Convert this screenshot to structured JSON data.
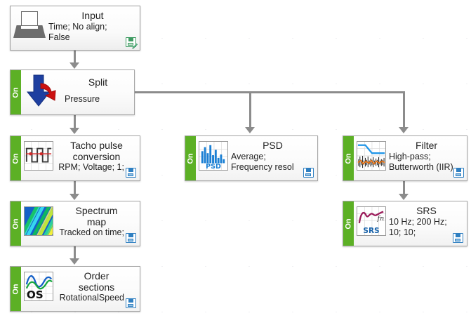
{
  "canvas": {
    "background": "#ffffff",
    "grid_dot_color": "#e2e2e6",
    "connector_color": "#8c8c8c",
    "on_tab_color": "#5cb025",
    "save_icon_color": "#2f7fc1"
  },
  "nodes": [
    {
      "id": "input",
      "title": "Input",
      "subtitle": "Time; No align;\nFalse",
      "icon": "printer-icon",
      "has_on_tab": false,
      "badge": "save-edit-icon",
      "badge_color": "#3f9b62"
    },
    {
      "id": "split",
      "title": "Split",
      "subtitle": "Pressure",
      "icon": "split-arrows-icon",
      "has_on_tab": true,
      "on_label": "On",
      "badge": null
    },
    {
      "id": "tacho",
      "title": "Tacho pulse\nconversion",
      "subtitle": "RPM; Voltage; 1;",
      "icon": "tacho-pulse-icon",
      "has_on_tab": true,
      "on_label": "On",
      "badge": "save-icon"
    },
    {
      "id": "psd",
      "title": "PSD",
      "subtitle": "Average;\nFrequency resol",
      "icon": "psd-bars-icon",
      "has_on_tab": true,
      "on_label": "On",
      "badge": "save-icon"
    },
    {
      "id": "filter",
      "title": "Filter",
      "subtitle": "High-pass;\nButterworth (IIR)",
      "icon": "filter-response-icon",
      "has_on_tab": true,
      "on_label": "On",
      "badge": "save-icon"
    },
    {
      "id": "spectrummap",
      "title": "Spectrum\nmap",
      "subtitle": "Tracked on time;",
      "icon": "spectrum-map-icon",
      "has_on_tab": true,
      "on_label": "On",
      "badge": "save-icon"
    },
    {
      "id": "srs",
      "title": "SRS",
      "subtitle": "10 Hz; 200 Hz;\n10; 10;",
      "icon": "srs-curve-icon",
      "has_on_tab": true,
      "on_label": "On",
      "badge": "save-icon"
    },
    {
      "id": "ordersections",
      "title": "Order\nsections",
      "subtitle": "RotationalSpeed",
      "icon": "order-sections-icon",
      "has_on_tab": true,
      "on_label": "On",
      "badge": "save-icon"
    }
  ],
  "connections": [
    {
      "from": "input",
      "to": "split"
    },
    {
      "from": "split",
      "to": "tacho"
    },
    {
      "from": "split",
      "to": "psd"
    },
    {
      "from": "split",
      "to": "filter"
    },
    {
      "from": "tacho",
      "to": "spectrummap"
    },
    {
      "from": "spectrummap",
      "to": "ordersections"
    },
    {
      "from": "filter",
      "to": "srs"
    }
  ]
}
